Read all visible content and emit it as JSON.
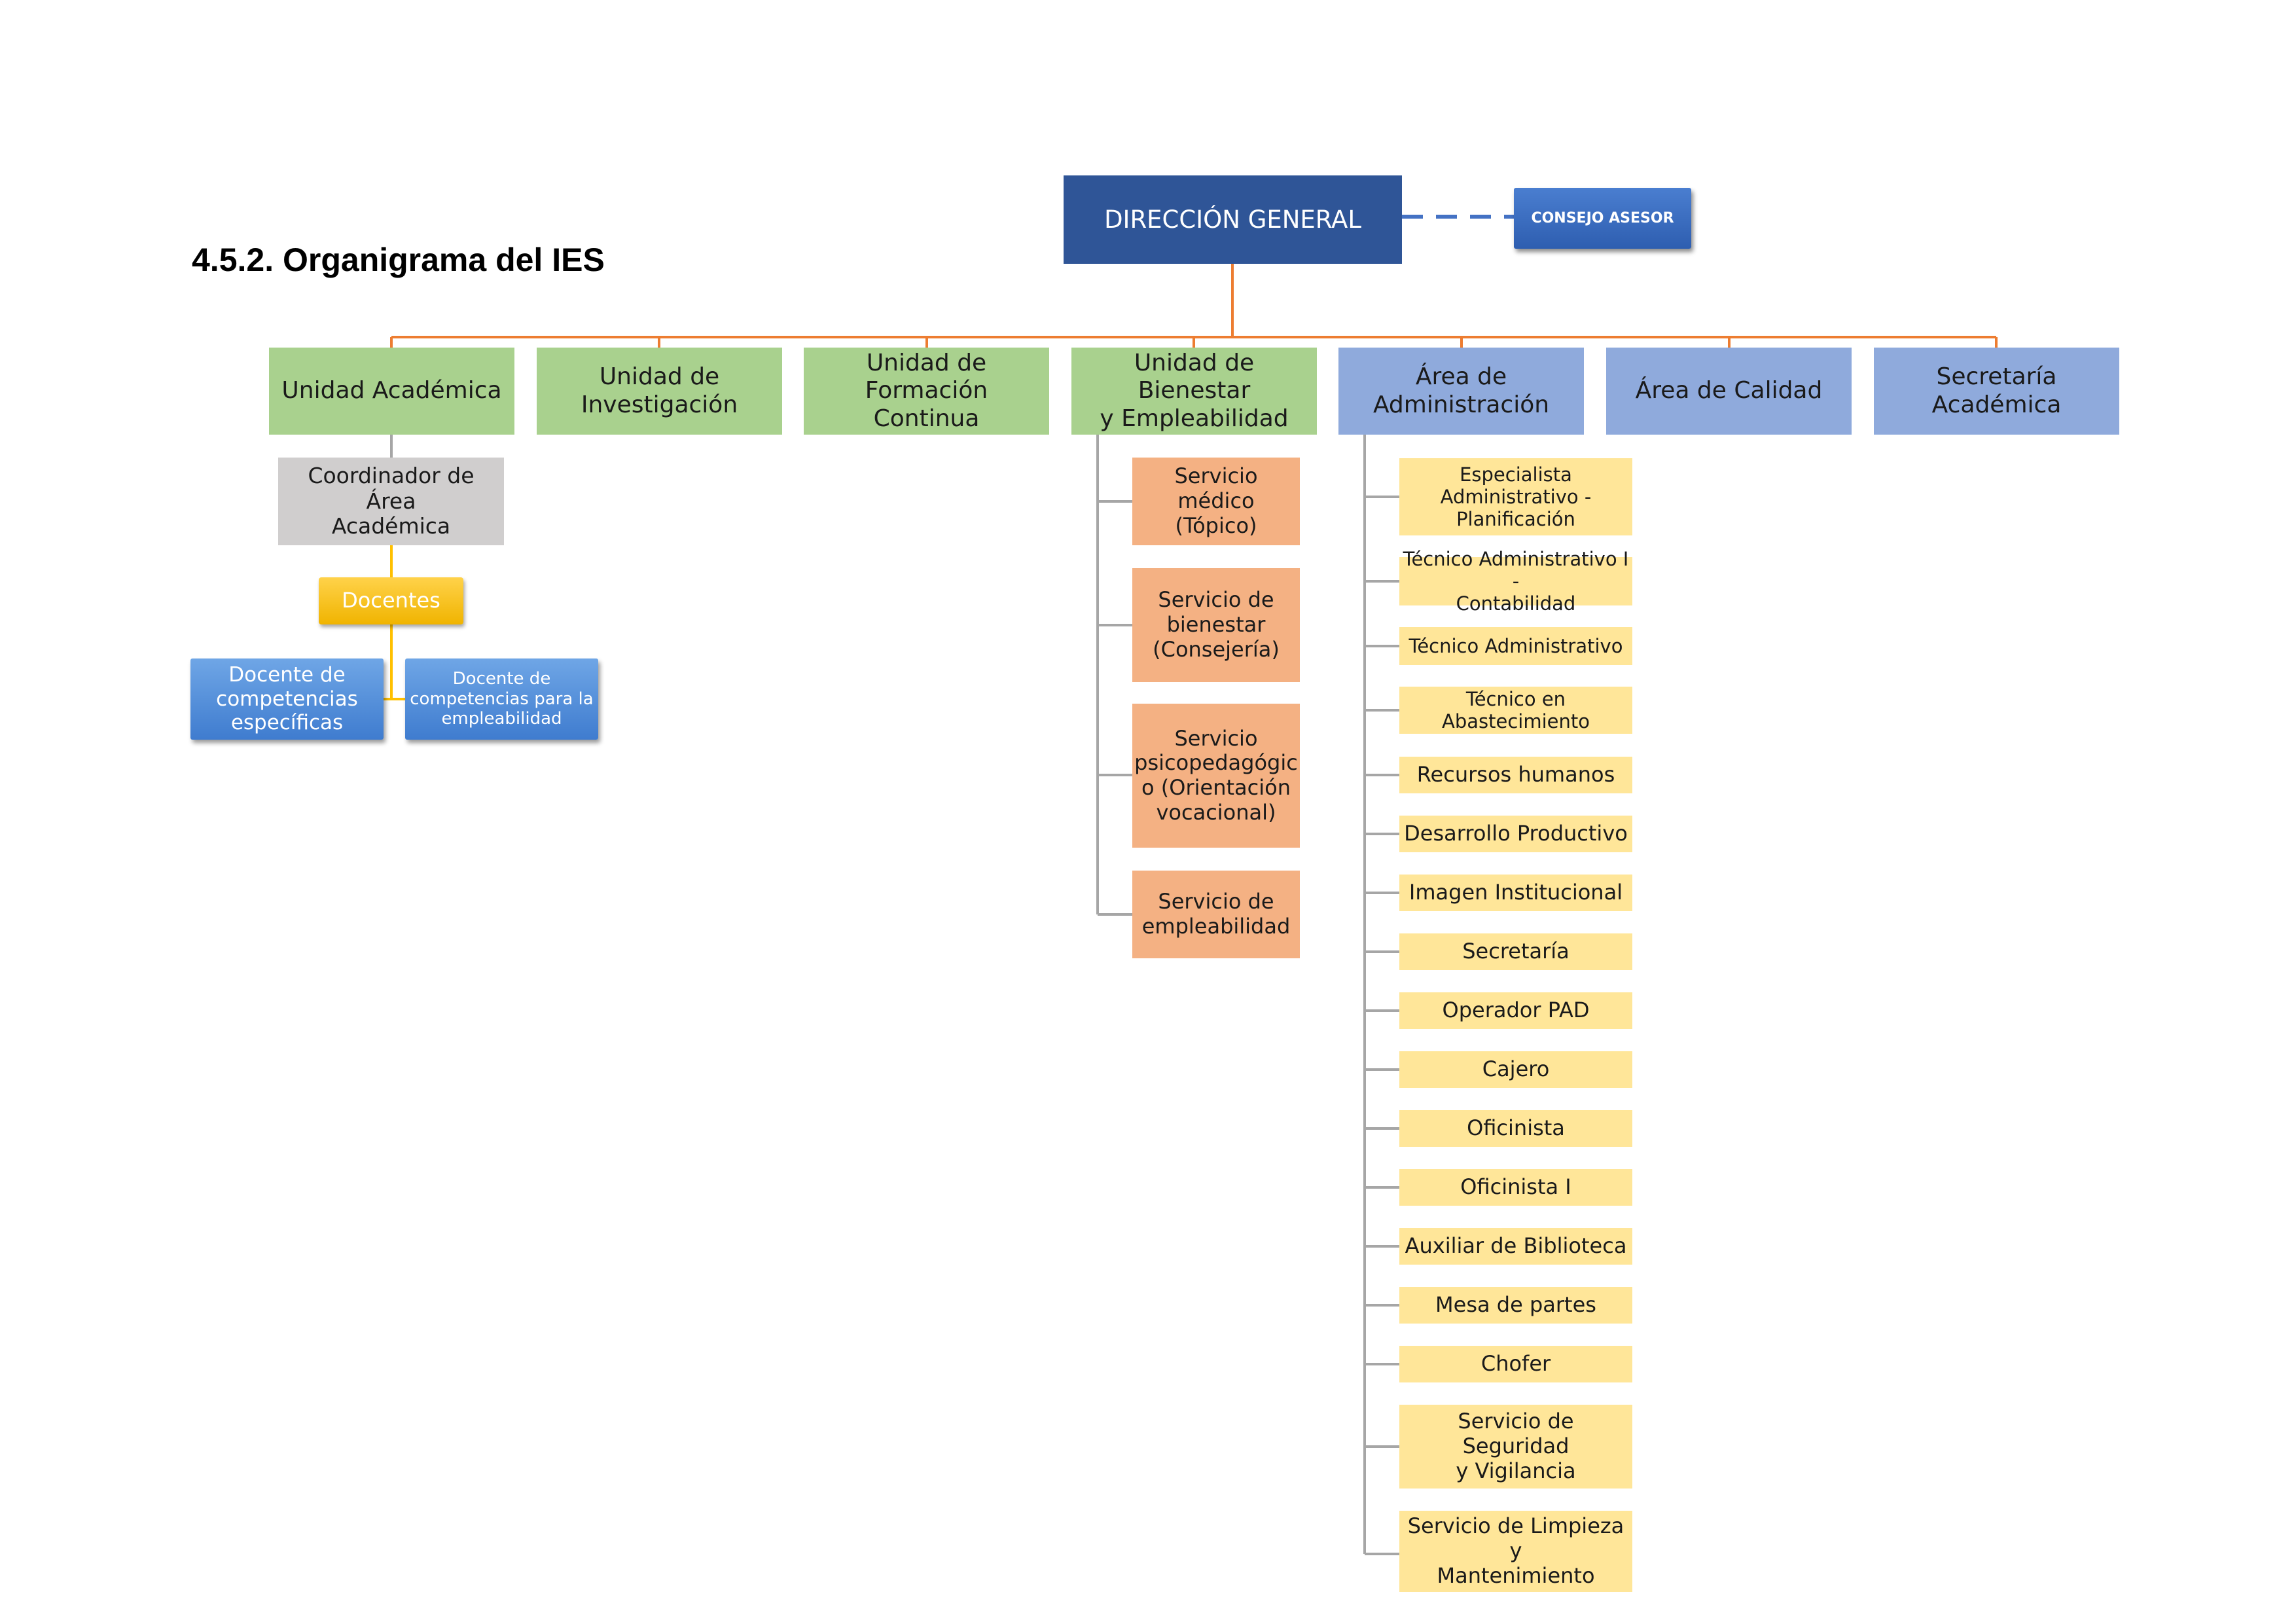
{
  "heading": "4.5.2.  Organigrama del IES",
  "direccion": "DIRECCIÓN GENERAL",
  "consejo": "CONSEJO ASESOR",
  "units": {
    "academica": "Unidad Académica",
    "investigacion": [
      "Unidad de",
      "Investigación"
    ],
    "formacion": [
      "Unidad de Formación",
      "Continua"
    ],
    "bienestar": [
      "Unidad de Bienestar",
      "y Empleabilidad"
    ],
    "administracion": [
      "Área de",
      "Administración"
    ],
    "calidad": "Área de Calidad",
    "secretaria": "Secretaría Académica"
  },
  "academica_branch": {
    "coordinador": [
      "Coordinador de Área",
      "Académica"
    ],
    "docentes": "Docentes",
    "docente_especificas": [
      "Docente de",
      "competencias",
      "específicas"
    ],
    "docente_empleabilidad": [
      "Docente  de",
      "competencias  para la",
      "empleabilidad"
    ]
  },
  "bienestar_services": [
    [
      "Servicio médico",
      "(Tópico)"
    ],
    [
      "Servicio de",
      "bienestar",
      "(Consejería)"
    ],
    [
      "Servicio",
      "psicopedagógic",
      "o (Orientación",
      "vocacional)"
    ],
    [
      "Servicio de",
      "empleabilidad"
    ]
  ],
  "administracion_staff": [
    [
      "Especialista",
      "Administrativo -",
      "Planificación"
    ],
    [
      "Técnico Administrativo I -",
      "Contabilidad"
    ],
    [
      "Técnico Administrativo"
    ],
    [
      "Técnico en",
      "Abastecimiento"
    ],
    [
      "Recursos humanos"
    ],
    [
      "Desarrollo Productivo"
    ],
    [
      "Imagen Institucional"
    ],
    [
      "Secretaría"
    ],
    [
      "Operador PAD"
    ],
    [
      "Cajero"
    ],
    [
      "Oficinista"
    ],
    [
      "Oficinista I"
    ],
    [
      "Auxiliar de Biblioteca"
    ],
    [
      "Mesa de partes"
    ],
    [
      "Chofer"
    ],
    [
      "Servicio de Seguridad",
      "y Vigilancia"
    ],
    [
      "Servicio de Limpieza y",
      "Mantenimiento"
    ]
  ],
  "colors": {
    "direccion": "#2f5597",
    "unit_green": "#a9d18e",
    "unit_blue": "#8faadc",
    "service_orange": "#f4b183",
    "staff_yellow": "#ffe699",
    "connector_orange": "#ed7d31",
    "connector_gray": "#a6a6a6",
    "connector_gold": "#ffc000",
    "dashed_blue": "#4472c4"
  }
}
